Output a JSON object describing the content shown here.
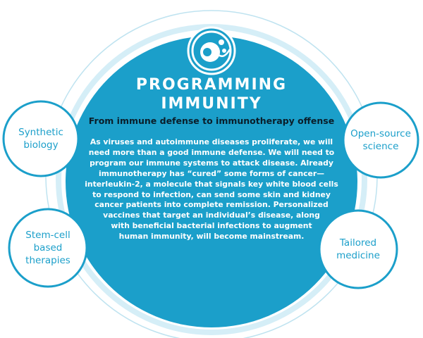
{
  "title_lines": [
    "PROGRAMMING",
    "IMMUNITY"
  ],
  "subtitle": "From immune defense to immunotherapy offense",
  "body_lines": [
    "As viruses and autoimmune diseases proliferate, we will",
    "need more than a good immune defense. We will need to",
    "program our immune systems to attack disease. Already",
    "immunotherapy has “cured” some forms of cancer—",
    "interleukin-2, a molecule that signals key white blood cells",
    "to respond to infection, can send some skin and kidney",
    "cancer patients into complete remission. Personalized",
    "vaccines that target an individual’s disease, along",
    "with beneficial bacterial infections to augment",
    "human immunity, will become mainstream."
  ],
  "nodes": {
    "synthetic_biology": [
      "Synthetic",
      "biology"
    ],
    "open_source_science": [
      "Open-source",
      "science"
    ],
    "stem_cell": [
      "Stem-cell",
      "based",
      "therapies"
    ],
    "tailored_medicine": [
      "Tailored",
      "medicine"
    ]
  },
  "colors": {
    "accent": "#1b9fca",
    "ring_light": "#bfe3f0",
    "ring_dark": "#1b9fca",
    "subtitle_text": "#0a1e2a",
    "white": "#ffffff"
  },
  "icons": {
    "top": "cell-icon"
  }
}
